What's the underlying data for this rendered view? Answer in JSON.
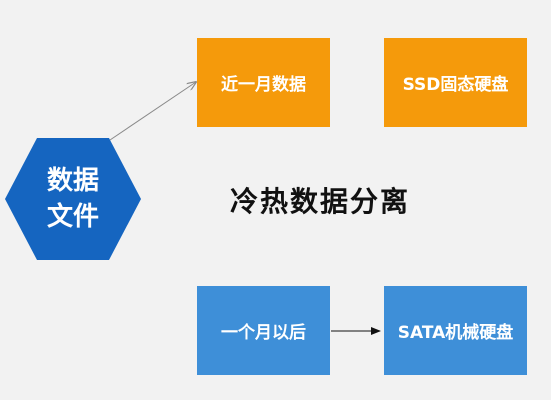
{
  "colors": {
    "orange": "#f59a0b",
    "blue": "#3e8fd8",
    "hexagon": "#1565c0",
    "background": "#f2f2f2"
  },
  "source": {
    "line1": "数据",
    "line2": "文件"
  },
  "title": "冷热数据分离",
  "hot": {
    "period": "近一月数据",
    "storage": "SSD固态硬盘"
  },
  "cold": {
    "period": "一个月以后",
    "storage": "SATA机械硬盘"
  }
}
